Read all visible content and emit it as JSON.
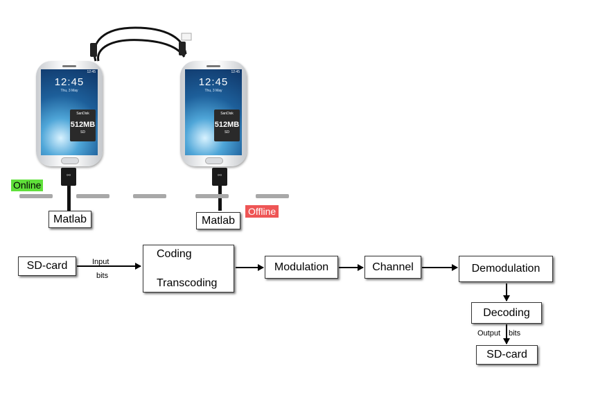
{
  "phones": [
    {
      "time": "12:45",
      "date": "Thu, 3 May",
      "status": "12:45",
      "card_brand": "SanDisk",
      "card_capacity": "512MB",
      "card_type": "SD"
    },
    {
      "time": "12:45",
      "date": "Thu, 3 May",
      "status": "12:45",
      "card_brand": "SanDisk",
      "card_capacity": "512MB",
      "card_type": "SD"
    }
  ],
  "status_tags": {
    "online": "Online",
    "offline": "Offline"
  },
  "matlab": [
    "Matlab",
    "Matlab"
  ],
  "flow": {
    "sd_card_in": "SD-card",
    "input_label_1": "Input",
    "input_label_2": "bits",
    "coding": "Coding",
    "transcoding": "Transcoding",
    "modulation": "Modulation",
    "channel": "Channel",
    "demodulation": "Demodulation",
    "decoding": "Decoding",
    "output_label_1": "Output",
    "output_label_2": "bits",
    "sd_card_out": "SD-card"
  },
  "colors": {
    "online": "#5fe03a",
    "offline": "#ee5555",
    "dash": "#a8a8a8"
  }
}
